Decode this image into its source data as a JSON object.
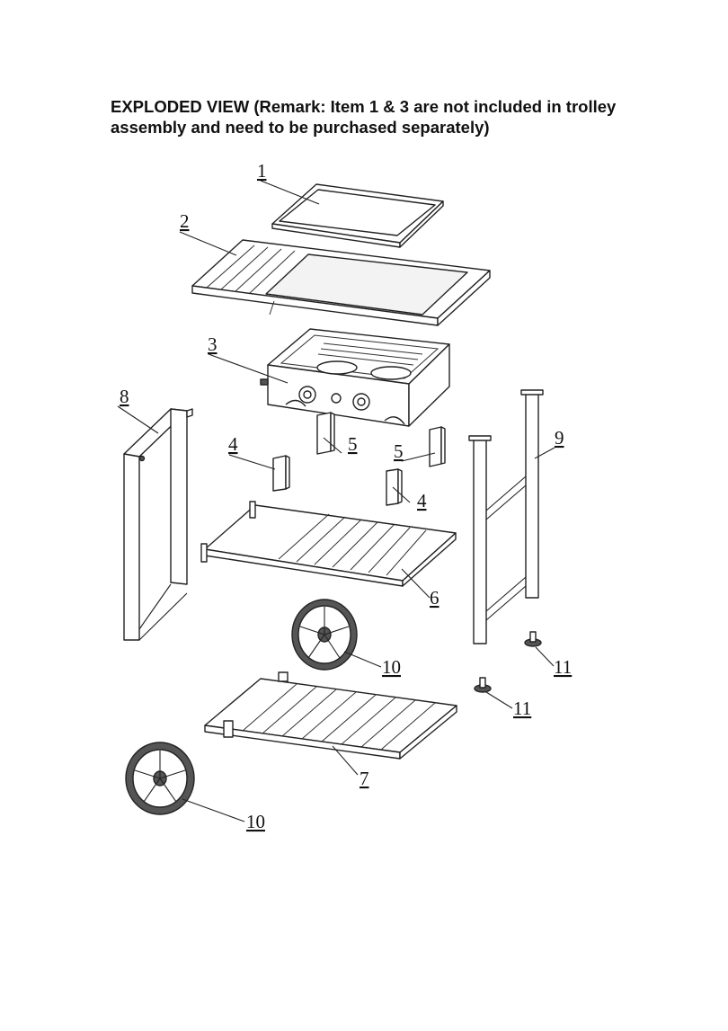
{
  "title": {
    "line1": "EXPLODED VIEW (Remark: Item 1 & 3 are not included in trolley",
    "line2": "assembly and need to be purchased separately)"
  },
  "parts": [
    {
      "id": "tray",
      "label": "1"
    },
    {
      "id": "top-frame",
      "label": "2"
    },
    {
      "id": "griddle-base",
      "label": "3"
    },
    {
      "id": "bracket-left",
      "label": "4"
    },
    {
      "id": "bracket-right",
      "label": "4"
    },
    {
      "id": "support-left",
      "label": "5"
    },
    {
      "id": "support-right",
      "label": "5"
    },
    {
      "id": "middle-shelf",
      "label": "6"
    },
    {
      "id": "bottom-shelf",
      "label": "7"
    },
    {
      "id": "left-leg-frame",
      "label": "8"
    },
    {
      "id": "right-leg-frame",
      "label": "9"
    },
    {
      "id": "wheel-top",
      "label": "10"
    },
    {
      "id": "wheel-bottom",
      "label": "10"
    },
    {
      "id": "foot-right",
      "label": "11"
    },
    {
      "id": "foot-left",
      "label": "11"
    }
  ]
}
